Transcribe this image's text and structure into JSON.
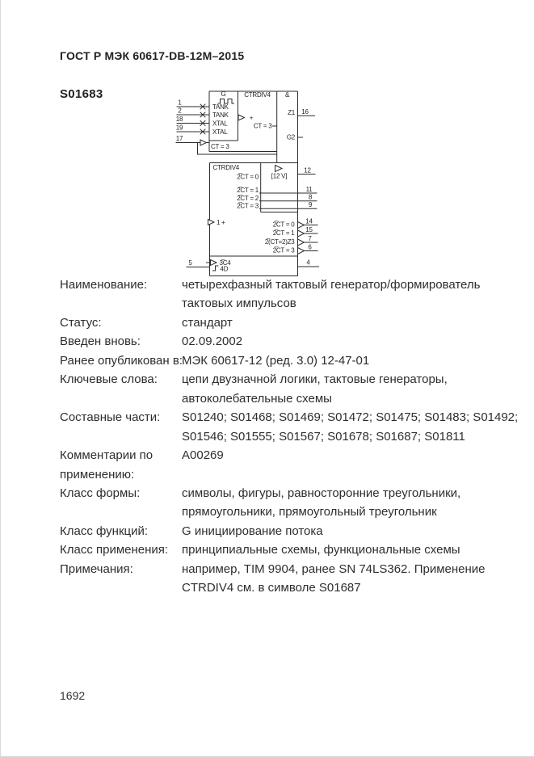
{
  "page": {
    "header": "ГОСТ Р МЭК 60617-DB-12M–2015",
    "symbol_id": "S01683",
    "page_number": "1692"
  },
  "diagram": {
    "line_color": "#2b2b2b",
    "top": {
      "g": "G",
      "ctrdiv": "CTRDIV4",
      "and": "&",
      "pins_left": [
        {
          "pin": "1",
          "label": "TANK"
        },
        {
          "pin": "2",
          "label": "TANK"
        },
        {
          "pin": "18",
          "label": "XTAL"
        },
        {
          "pin": "19",
          "label": "XTAL"
        }
      ],
      "ct_in_pin": "17",
      "ct_in": "CT = 3",
      "plus": "+",
      "ct_mid": "CT = 3",
      "z1": "Z1",
      "z1_pin": "16",
      "g2": "G2"
    },
    "bottom": {
      "ctrdiv": "CTRDIV4",
      "voltage": "[12 V]",
      "drv_out": {
        "label": "2̅CT = 0",
        "pin": "12"
      },
      "pass_outs": [
        {
          "label": "2̅CT = 1",
          "pin": "11"
        },
        {
          "label": "2̅CT = 2",
          "pin": "8"
        },
        {
          "label": "2̅CT = 3",
          "pin": "9"
        }
      ],
      "clock": "1 +",
      "right_outs": [
        {
          "label": "2̅CT = 0",
          "pin": "14"
        },
        {
          "label": "2̅CT = 1",
          "pin": "15"
        },
        {
          "label": "2̅(CT=2)Z3",
          "pin": "7"
        },
        {
          "label": "2̅CT = 3",
          "pin": "6"
        }
      ],
      "c4": "3̅C4",
      "d": "4D",
      "d_pin": "5",
      "q_pin": "4"
    }
  },
  "fields": [
    {
      "label_lines": [
        "Наименование:"
      ],
      "value_lines": [
        "четырехфазный тактовый генератор/формирователь",
        "тактовых импульсов"
      ]
    },
    {
      "label_lines": [
        "Статус:"
      ],
      "value_lines": [
        "стандарт"
      ]
    },
    {
      "label_lines": [
        "Введен вновь:"
      ],
      "value_lines": [
        "02.09.2002"
      ]
    },
    {
      "label_lines": [
        "Ранее опубликован в:"
      ],
      "value_lines": [
        "МЭК 60617-12 (ред. 3.0) 12-47-01"
      ]
    },
    {
      "label_lines": [
        "Ключевые слова:"
      ],
      "value_lines": [
        "цепи двузначной логики, тактовые генераторы,",
        "автоколебательные схемы"
      ]
    },
    {
      "label_lines": [
        "Составные части:"
      ],
      "value_lines": [
        "S01240; S01468; S01469; S01472; S01475; S01483; S01492;",
        "S01546; S01555; S01567; S01678; S01687; S01811"
      ]
    },
    {
      "label_lines": [
        "Комментарии по",
        "применению:"
      ],
      "value_lines": [
        "A00269"
      ]
    },
    {
      "label_lines": [
        "Класс формы:"
      ],
      "value_lines": [
        "символы, фигуры, равносторонние треугольники,",
        "прямоугольники, прямоугольный треугольник"
      ]
    },
    {
      "label_lines": [
        "Класс функций:"
      ],
      "value_lines": [
        "G инициирование потока"
      ]
    },
    {
      "label_lines": [
        "Класс применения:"
      ],
      "value_lines": [
        "принципиальные схемы, функциональные схемы"
      ]
    },
    {
      "label_lines": [
        "Примечания:"
      ],
      "value_lines": [
        "например, TIM 9904, ранее SN 74LS362. Применение",
        "CTRDIV4 см. в символе S01687"
      ]
    }
  ]
}
